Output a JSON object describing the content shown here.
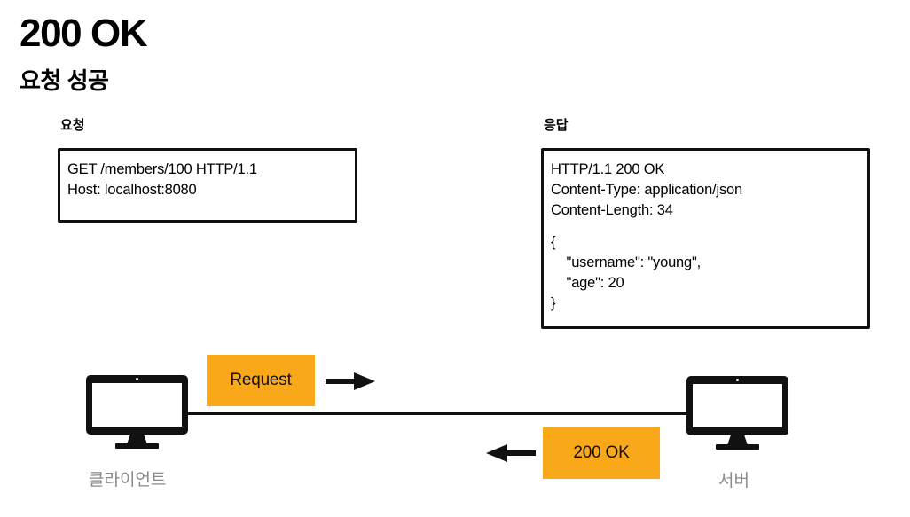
{
  "slide": {
    "title": "200 OK",
    "subtitle": "요청 성공"
  },
  "request_panel": {
    "caption": "요청",
    "lines": [
      "GET /members/100 HTTP/1.1",
      "Host: localhost:8080"
    ]
  },
  "response_panel": {
    "caption": "응답",
    "lines": [
      "HTTP/1.1 200 OK",
      "Content-Type: application/json",
      "Content-Length: 34",
      "",
      "{",
      "    \"username\": \"young\",",
      "    \"age\": 20",
      "}"
    ]
  },
  "diagram": {
    "client_label": "클라이언트",
    "server_label": "서버",
    "request_badge": "Request",
    "response_badge": "200 OK",
    "request_arrow_direction": "right",
    "response_arrow_direction": "left",
    "client_icon": "desktop-monitor-icon",
    "server_icon": "desktop-monitor-icon"
  },
  "colors": {
    "badge_orange": "#f9a81a",
    "ink_black": "#111111",
    "label_gray": "#8a8a8a",
    "background": "#ffffff"
  }
}
